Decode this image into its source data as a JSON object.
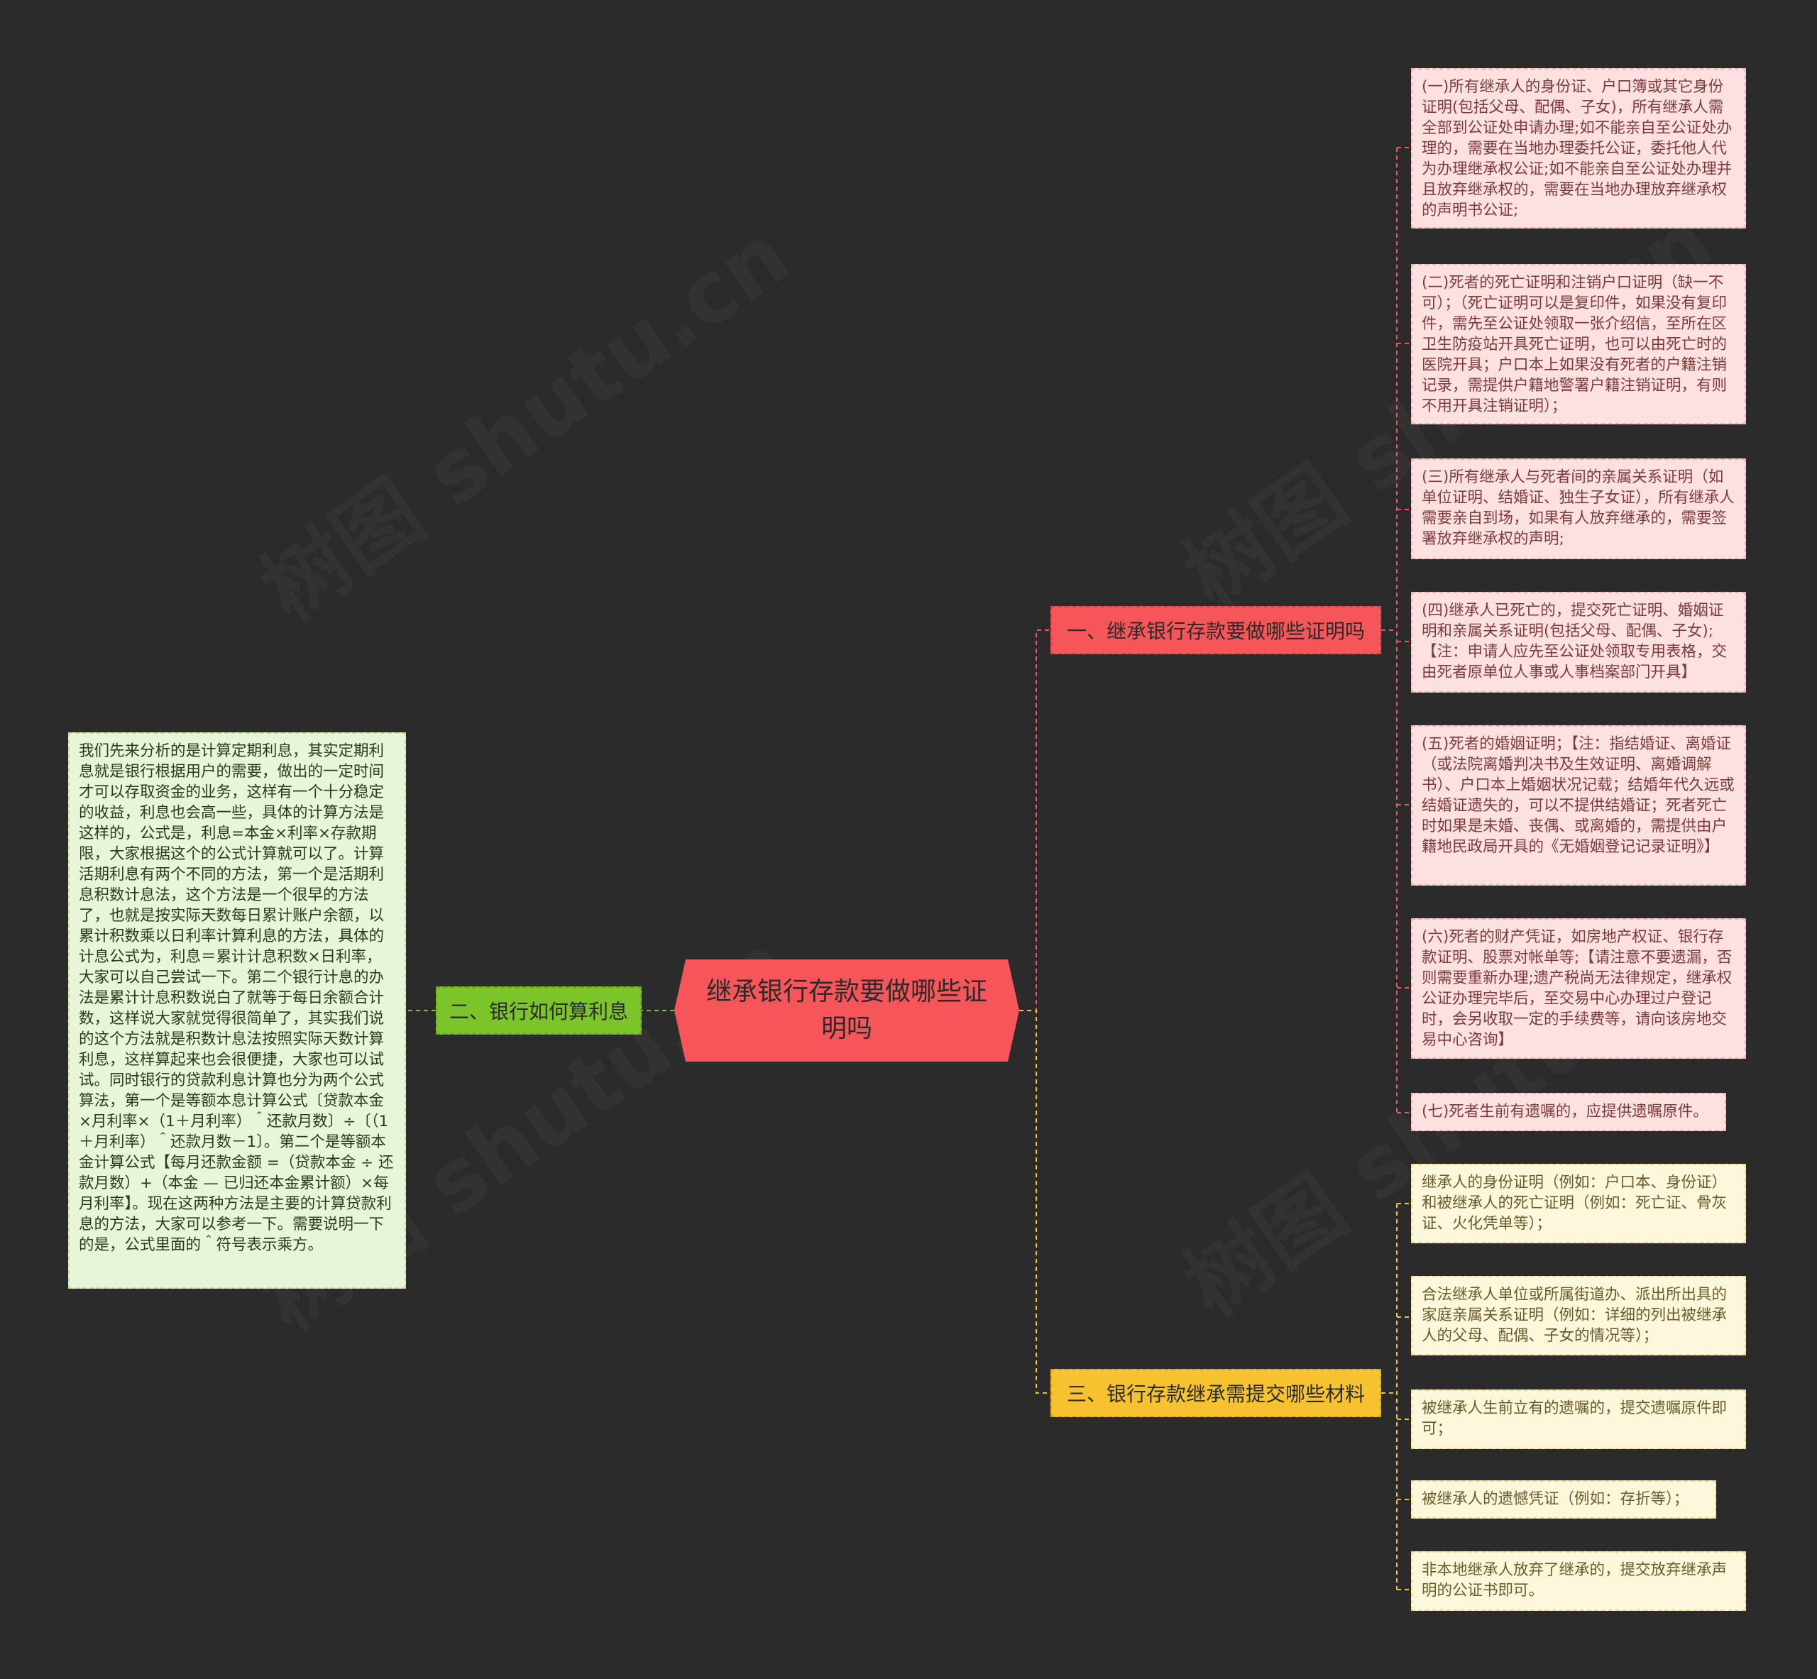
{
  "root": {
    "title": "继承银行存款要做哪些证明吗"
  },
  "branches": [
    {
      "label": "一、继承银行存款要做哪些证明吗",
      "color": "#f6555a",
      "items": [
        "(一)所有继承人的身份证、户口簿或其它身份证明(包括父母、配偶、子女)，所有继承人需全部到公证处申请办理;如不能亲自至公证处办理的，需要在当地办理委托公证，委托他人代为办理继承权公证;如不能亲自至公证处办理并且放弃继承权的，需要在当地办理放弃继承权的声明书公证;",
        "(二)死者的死亡证明和注销户口证明（缺一不可）；（死亡证明可以是复印件，如果没有复印件，需先至公证处领取一张介绍信，至所在区卫生防疫站开具死亡证明，也可以由死亡时的医院开具；户口本上如果没有死者的户籍注销记录，需提供户籍地警署户籍注销证明，有则不用开具注销证明）；",
        "(三)所有继承人与死者间的亲属关系证明（如单位证明、结婚证、独生子女证），所有继承人需要亲自到场，如果有人放弃继承的，需要签署放弃继承权的声明;",
        "(四)继承人已死亡的，提交死亡证明、婚姻证明和亲属关系证明(包括父母、配偶、子女);【注：申请人应先至公证处领取专用表格，交由死者原单位人事或人事档案部门开具】",
        "(五)死者的婚姻证明；【注：指结婚证、离婚证（或法院离婚判决书及生效证明、离婚调解书）、户口本上婚姻状况记载；结婚年代久远或结婚证遗失的，可以不提供结婚证；死者死亡时如果是未婚、丧偶、或离婚的，需提供由户籍地民政局开具的《无婚姻登记记录证明》】",
        "(六)死者的财产凭证，如房地产权证、银行存款证明、股票对帐单等;【请注意不要遗漏，否则需要重新办理;遗产税尚无法律规定，继承权公证办理完毕后，至交易中心办理过户登记时，会另收取一定的手续费等，请向该房地交易中心咨询】",
        "(七)死者生前有遗嘱的，应提供遗嘱原件。"
      ]
    },
    {
      "label": "二、银行如何算利息",
      "color": "#7bc42a",
      "items": [
        "我们先来分析的是计算定期利息，其实定期利息就是银行根据用户的需要，做出的一定时间才可以存取资金的业务，这样有一个十分稳定的收益，利息也会高一些，具体的计算方法是这样的，公式是，利息=本金×利率×存款期限，大家根据这个的公式计算就可以了。计算活期利息有两个不同的方法，第一个是活期利息积数计息法，这个方法是一个很早的方法了，也就是按实际天数每日累计账户余额，以累计积数乘以日利率计算利息的方法，具体的计息公式为，利息＝累计计息积数×日利率，大家可以自己尝试一下。第二个银行计息的办法是累计计息积数说白了就等于每日余额合计数，这样说大家就觉得很简单了，其实我们说的这个方法就是积数计息法按照实际天数计算利息，这样算起来也会很便捷，大家也可以试试。同时银行的贷款利息计算也分为两个公式算法，第一个是等额本息计算公式〔贷款本金×月利率×（1＋月利率）＾还款月数〕÷〔（1＋月利率）＾还款月数－1〕。第二个是等额本金计算公式【每月还款金额 =（贷款本金 ÷ 还款月数）+（本金 — 已归还本金累计额）×每月利率】。现在这两种方法是主要的计算贷款利息的方法，大家可以参考一下。需要说明一下的是，公式里面的＾符号表示乘方。"
      ]
    },
    {
      "label": "三、银行存款继承需提交哪些材料",
      "color": "#f7c22f",
      "items": [
        "继承人的身份证明（例如：户口本、身份证）和被继承人的死亡证明（例如：死亡证、骨灰证、火化凭单等）；",
        "合法继承人单位或所属街道办、派出所出具的家庭亲属关系证明（例如：详细的列出被继承人的父母、配偶、子女的情况等）；",
        "被继承人生前立有的遗嘱的，提交遗嘱原件即可；",
        "被继承人的遗憾凭证（例如：存折等）；",
        "非本地继承人放弃了继承的，提交放弃继承声明的公证书即可。"
      ]
    }
  ]
}
